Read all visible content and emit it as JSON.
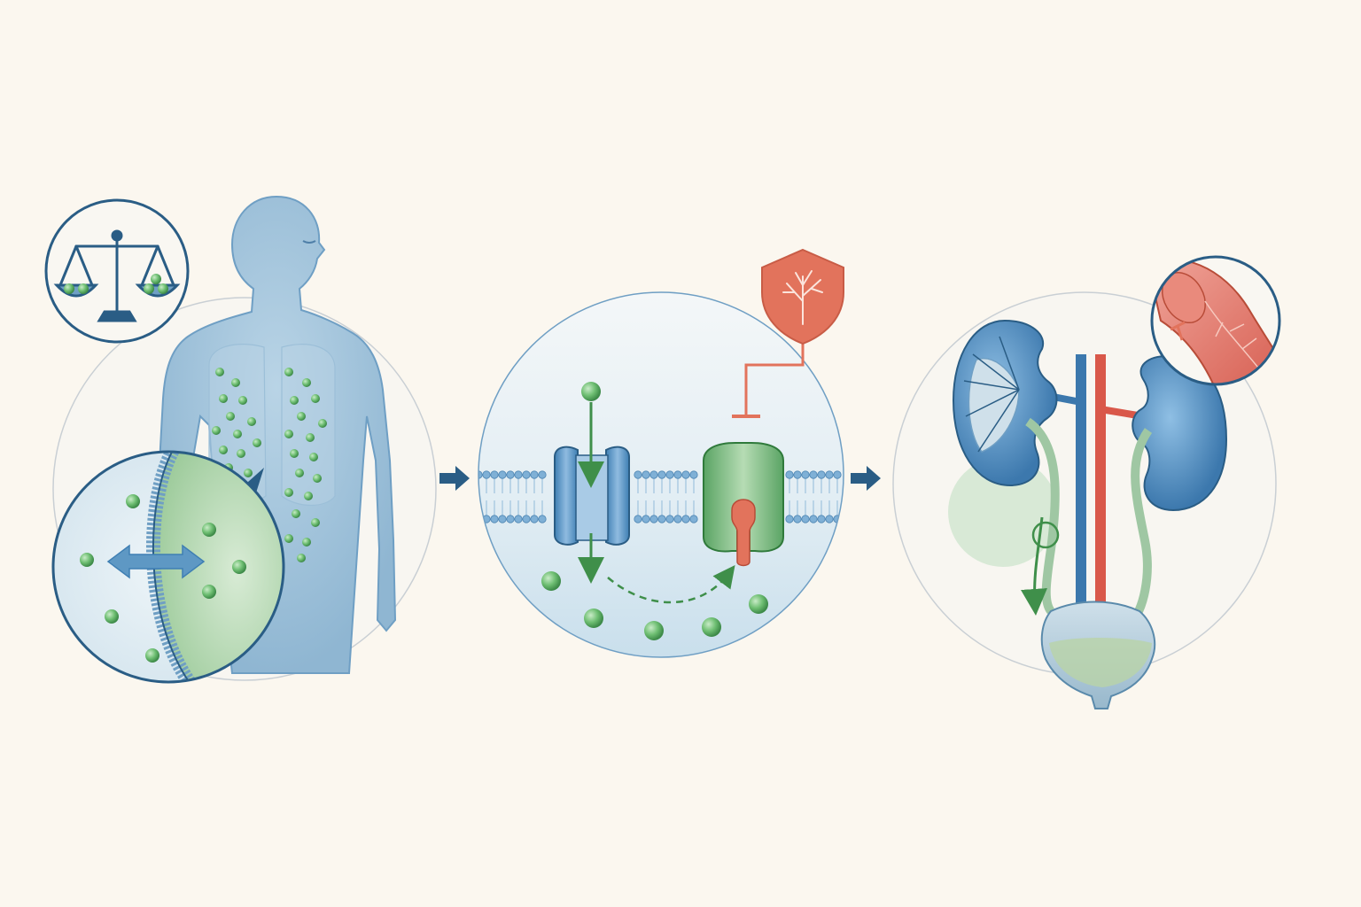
{
  "colors": {
    "background": "#fbf7ef",
    "body_blue": "#a9c8de",
    "body_outline": "#6f9fc4",
    "membrane_blue": "#7fb0d6",
    "dark_blue": "#2a5d85",
    "particle_green": "#5fae6a",
    "channel_green": "#7cbb84",
    "inhibitor_red": "#e2735c",
    "vessel_red": "#d9584a",
    "panel_ring": "#c9cfd4"
  },
  "icons": {
    "balance": "balance-scale-icon",
    "shield": "shield-vessel-icon",
    "flow_arrow": "right-arrow-icon",
    "inhibit": "inhibition-bar-icon",
    "exchange": "double-headed-arrow-icon"
  },
  "panels": [
    {
      "id": "body-distribution",
      "kind": "human-body-with-membrane-inset"
    },
    {
      "id": "membrane-transport",
      "kind": "channel-and-transporter-on-membrane"
    },
    {
      "id": "renal-excretion",
      "kind": "kidneys-ureters-bladder"
    }
  ]
}
